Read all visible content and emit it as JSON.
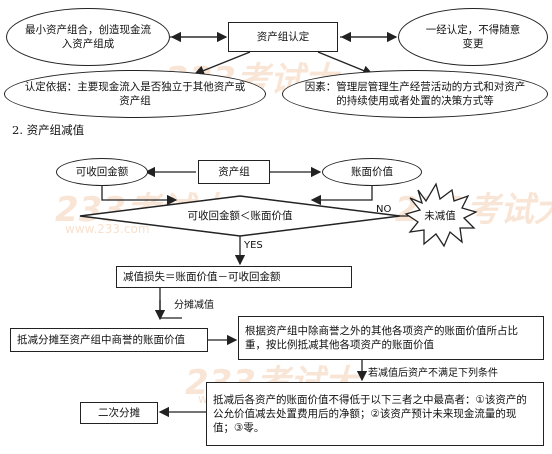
{
  "top": {
    "left_ellipse": "最小资产组合，创造现金流入资产组成",
    "center_box": "资产组认定",
    "right_ellipse": "一经认定，不得随意变更",
    "basis_ellipse": "认定依据：主要现金流入是否独立于其他资产或资产组",
    "factor_ellipse": "因素：管理层管理生产经营活动的方式和对资产的持续使用或者处置的决策方式等"
  },
  "section_title": "2. 资产组减值",
  "flow": {
    "recoverable": "可收回金额",
    "asset_group": "资产组",
    "book_value": "账面价值",
    "condition": "可收回金额＜账面价值",
    "no_label": "NO",
    "no_impair": "未减值",
    "yes_label": "YES",
    "loss": "减值损失＝账面价值－可收回金额",
    "allocate_label": "分摊减值",
    "goodwill": "抵减分摊至资产组中商誉的账面价值",
    "others": "根据资产组中除商誉之外的其他各项资产的账面价值所占比重，按比例抵减其他各项资产的账面价值",
    "cond_label": "若减值后资产不满足下列条件",
    "floor": "抵减后各资产的账面价值不得低于以下三者之中最高者：①该资产的公允价值减去处置费用后的净额；②该资产预计未来现金流量的现值；③零。",
    "second": "二次分摊"
  },
  "watermark": {
    "main": "233考试大",
    "sub": "www.233.com"
  }
}
